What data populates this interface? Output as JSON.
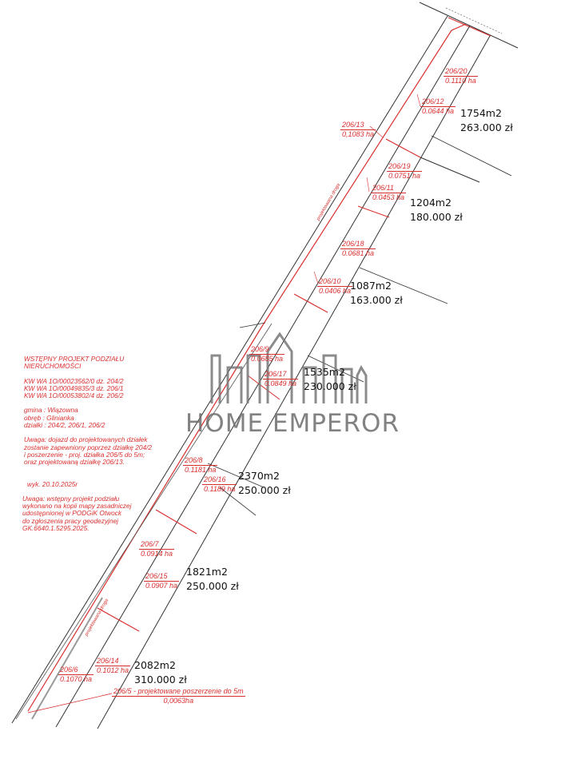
{
  "notes": {
    "title_1": "WSTĘPNY PROJEKT PODZIAŁU",
    "title_2": "NIERUCHOMOŚCI",
    "kw": [
      "KW WA 1O/00023562/0 dz. 204/2",
      "KW WA 1O/00049835/3 dz. 206/1",
      "KW WA 1O/00053802/4 dz. 206/2"
    ],
    "gmina": "gmina : Wiązowna",
    "obreb": "obręb  : Glinianka",
    "dzialki": "działki : 204/2, 206/1, 206/2",
    "uwaga_1": [
      "Uwaga: dojazd do projektowanych działek",
      "zostanie zapewniony poprzez działkę  204/2",
      "i poszerzenie - proj. działka 206/5 do 5m;",
      "oraz projektowaną działkę 206/13."
    ],
    "date": "wyk. 20.10.2025r",
    "uwaga_2": [
      "Uwaga: wstępny projekt podziału",
      "wykonano na kopii mapy zasadniczej",
      "udostępnionej w PODGiK Otwock",
      "do zgłoszenia pracy geodezyjnej",
      "GK.6640.1.5295.2025."
    ]
  },
  "parcels": [
    {
      "num": "206/20",
      "area": "0.1110 ha"
    },
    {
      "num": "206/12",
      "area": "0.0644 ha"
    },
    {
      "num": "206/13",
      "area": "0,1083 ha"
    },
    {
      "num": "206/19",
      "area": "0.0751 ha"
    },
    {
      "num": "206/11",
      "area": "0.0453 ha"
    },
    {
      "num": "206/18",
      "area": "0.0681 ha"
    },
    {
      "num": "206/10",
      "area": "0.0406 ha"
    },
    {
      "num": "206/9",
      "area": "0.0685 ha"
    },
    {
      "num": "206/17",
      "area": "0.0849 ha"
    },
    {
      "num": "206/8",
      "area": "0.1181 ha"
    },
    {
      "num": "206/16",
      "area": "0.1189 ha"
    },
    {
      "num": "206/7",
      "area": "0.0914 ha"
    },
    {
      "num": "206/15",
      "area": "0.0907 ha"
    },
    {
      "num": "206/14",
      "area": "0.1012 ha"
    },
    {
      "num": "206/6",
      "area": "0.1070 ha"
    },
    {
      "num": "206/5 - projektowane poszerzenie do 5m",
      "area": "0,0063ha"
    }
  ],
  "offers": [
    {
      "size": "1754m2",
      "price": "263.000 zł"
    },
    {
      "size": "1204m2",
      "price": "180.000 zł"
    },
    {
      "size": "1087m2",
      "price": "163.000 zł"
    },
    {
      "size": "1535m2",
      "price": "230.000 zł"
    },
    {
      "size": "2370m2",
      "price": "250.000 zł"
    },
    {
      "size": "1821m2",
      "price": "250.000 zł"
    },
    {
      "size": "2082m2",
      "price": "310.000 zł"
    }
  ],
  "road_label": "projektowana droga",
  "watermark": "HOME EMPEROR",
  "colors": {
    "plan_red": "#d9302f",
    "line": "#333333",
    "watermark": "#6d6d6d"
  }
}
